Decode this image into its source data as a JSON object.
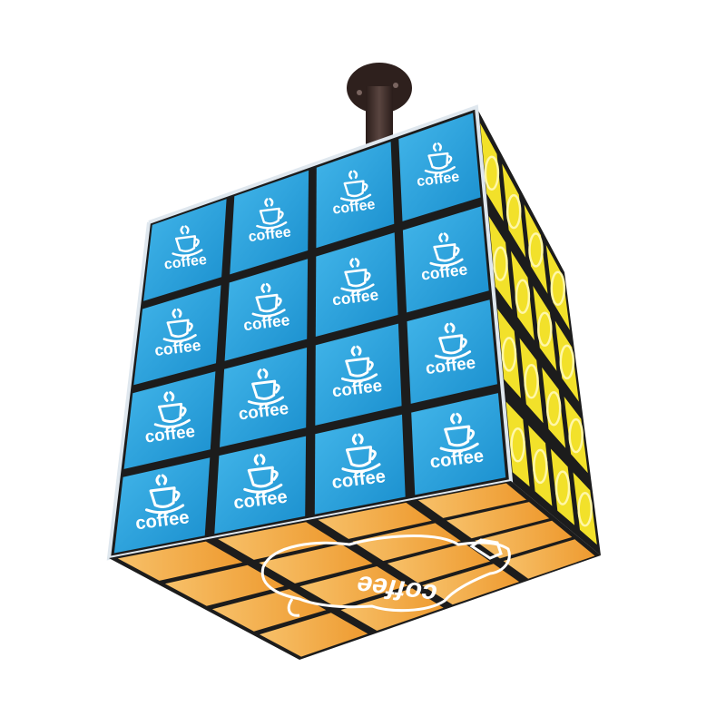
{
  "product": {
    "tile_text": "coffee",
    "tile_icon": "coffee-cup-icon",
    "bottom_sign_text": "coffee",
    "bottom_icon": "coffee-bean-sign-icon",
    "side_icon": "yellow-circle-pattern"
  },
  "colors": {
    "front_face": "#1f9fd9",
    "side_face": "#f2e12a",
    "bottom_face": "#f0a43c",
    "frame": "#1c1c1c",
    "pole": "#3a2a26"
  }
}
